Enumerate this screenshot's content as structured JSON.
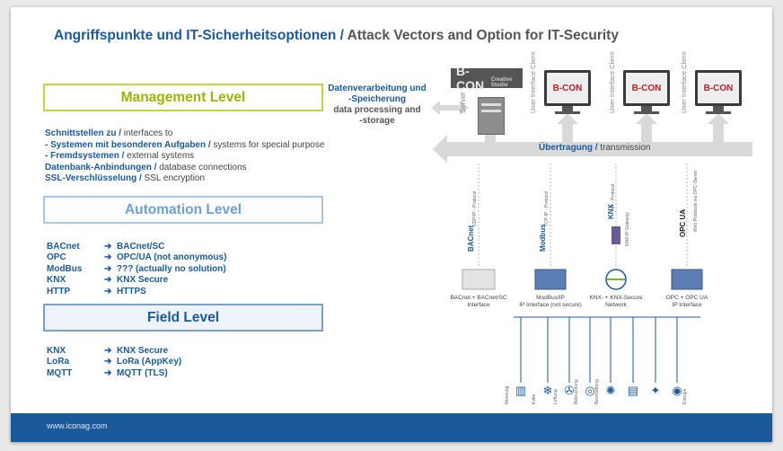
{
  "title": {
    "de": "Angriffspunkte und IT-Sicherheitsoptionen /",
    "en": "Attack Vectors and Option for IT-Security"
  },
  "levels": {
    "management": "Management Level",
    "automation": "Automation Level",
    "field": "Field Level"
  },
  "management_lines": [
    {
      "de": "Schnittstellen zu /",
      "en": "interfaces to"
    },
    {
      "de": " - Systemen mit besonderen Aufgaben /",
      "en": "systems for special purpose"
    },
    {
      "de": " - Fremdsystemen /",
      "en": "external systems"
    },
    {
      "de": "Datenbank-Anbindungen /",
      "en": "database connections"
    },
    {
      "de": "SSL-Verschlüsselung /",
      "en": "SSL encryption"
    }
  ],
  "automation": [
    {
      "k": "BACnet",
      "v": "BACnet/SC"
    },
    {
      "k": "OPC",
      "v": "OPC/UA (not anonymous)"
    },
    {
      "k": "ModBus",
      "v": "??? (actually no solution)"
    },
    {
      "k": "KNX",
      "v": "KNX Secure"
    },
    {
      "k": "HTTP",
      "v": "HTTPS"
    }
  ],
  "field": [
    {
      "k": "KNX",
      "v": "KNX Secure"
    },
    {
      "k": "LoRa",
      "v": "LoRa (AppKey)"
    },
    {
      "k": "MQTT",
      "v": "MQTT (TLS)"
    }
  ],
  "processing": {
    "de1": "Datenverarbeitung und",
    "de2": "-Speicherung",
    "en1": "data processing and",
    "en2": "-storage"
  },
  "brand": {
    "bcon": "B-CON",
    "tagline": "Creative Studio"
  },
  "labels": {
    "server": "Server",
    "ui_client": "User Interface Client"
  },
  "transmission": {
    "de": "Übertragung /",
    "en": "transmission"
  },
  "protocols": {
    "bacnet": "UDP/IP - Protocol",
    "modbus": "TCP-IP - Protocol",
    "knx": "IP - Protocol",
    "knx_gateway": "KNX-IP Gateway",
    "opc": "Web Protocols via OPC-Server"
  },
  "logos": {
    "bacnet": "BACnet",
    "modbus": "Modbus",
    "knx": "KNX",
    "opc": "OPC UA"
  },
  "devices": [
    {
      "l1": "BACnet + BACnet/SC",
      "l2": "Interface"
    },
    {
      "l1": "ModBus/IP",
      "l2": "IP Interface (not secure)"
    },
    {
      "l1": "KNX- + KNX-Secure",
      "l2": "Network"
    },
    {
      "l1": "OPC + OPC UA",
      "l2": "IP Interface"
    }
  ],
  "sensors": [
    "Messung",
    "Kälte",
    "Lüftung",
    "Beleuchtung",
    "Beschattung",
    "",
    "",
    "Energie"
  ],
  "footer": {
    "url": "www.iconag.com"
  }
}
